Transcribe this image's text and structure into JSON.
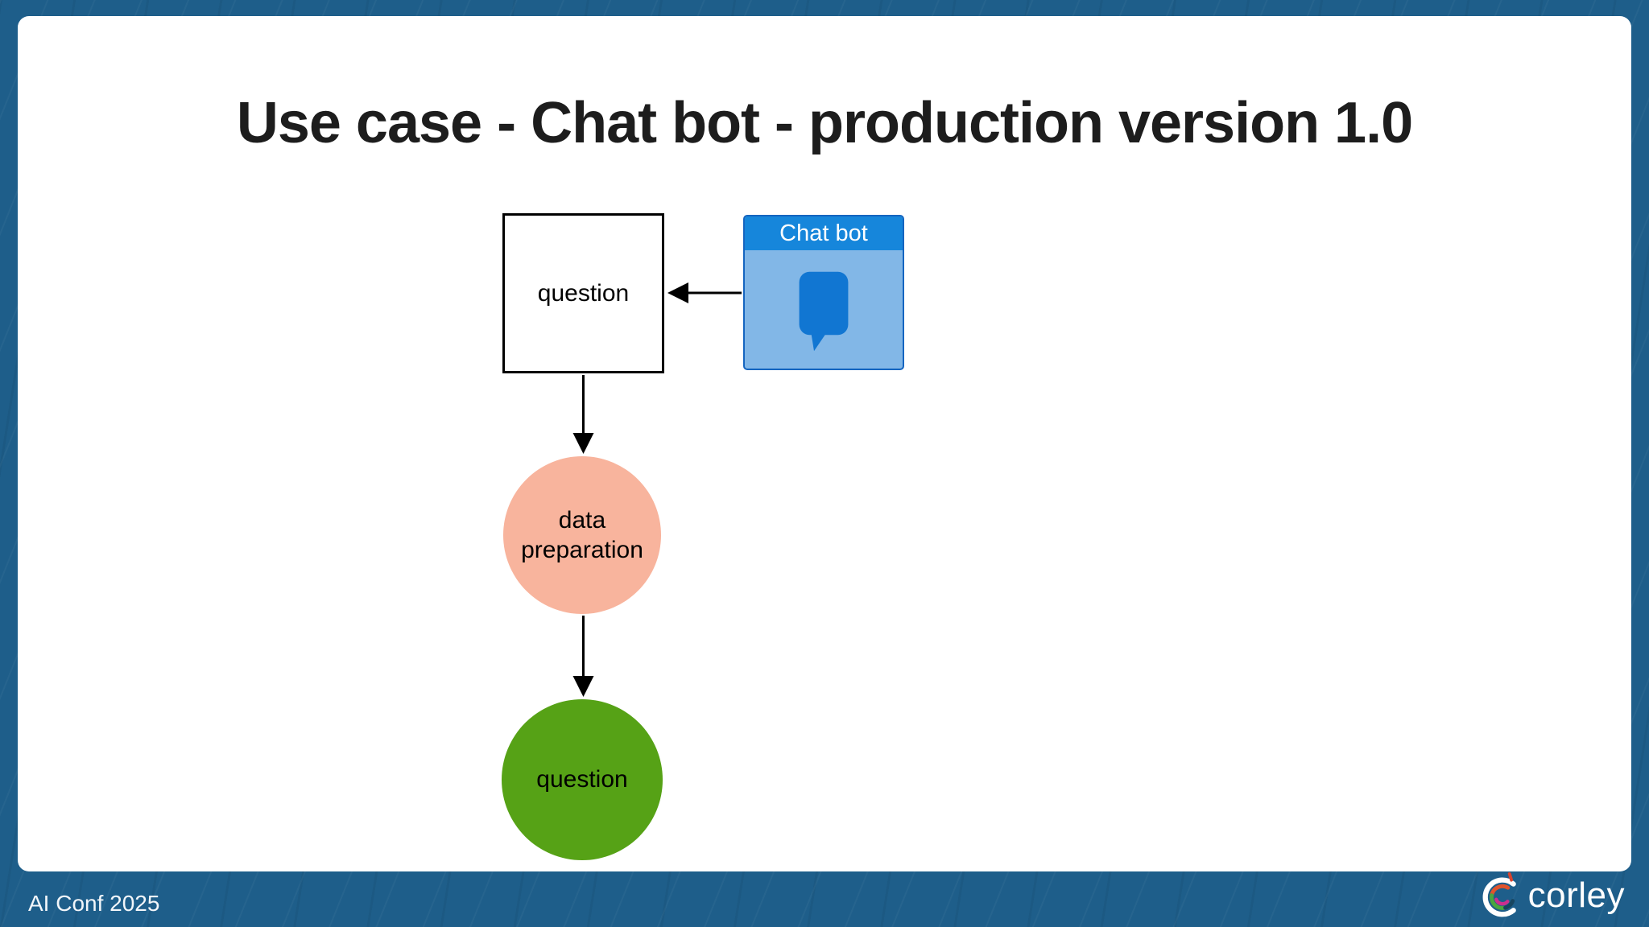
{
  "slide": {
    "title": "Use case - Chat bot - production version 1.0",
    "footer": {
      "left_text": "AI Conf 2025",
      "logo_text": "corley",
      "logo_icon": "corley-c-icon"
    }
  },
  "diagram": {
    "nodes": [
      {
        "id": "question-box",
        "shape": "rectangle",
        "label": "question",
        "fill": "#ffffff",
        "border": "#000000"
      },
      {
        "id": "chatbot",
        "shape": "titled-box",
        "label": "Chat bot",
        "icon": "chat-bubble-icon",
        "header_color": "#1686db",
        "body_color": "#82b7e7",
        "icon_color": "#1176d2"
      },
      {
        "id": "data-preparation",
        "shape": "circle",
        "label": "data preparation",
        "fill": "#f8b49d"
      },
      {
        "id": "question-circle",
        "shape": "circle",
        "label": "question",
        "fill": "#56a216"
      }
    ],
    "edges": [
      {
        "from": "chatbot",
        "to": "question-box",
        "direction": "left"
      },
      {
        "from": "question-box",
        "to": "data-preparation",
        "direction": "down"
      },
      {
        "from": "data-preparation",
        "to": "question-circle",
        "direction": "down"
      }
    ]
  },
  "colors": {
    "bg-blue": "#1e5e8a",
    "title-color": "#1d1d1d",
    "chatbot-header": "#1686db",
    "chatbot-body": "#82b7e7",
    "chatbot-border": "#1565c0",
    "bubble-blue": "#1176d2",
    "salmon": "#f8b49d",
    "green": "#56a216",
    "footer-text": "#f2f6fa"
  }
}
